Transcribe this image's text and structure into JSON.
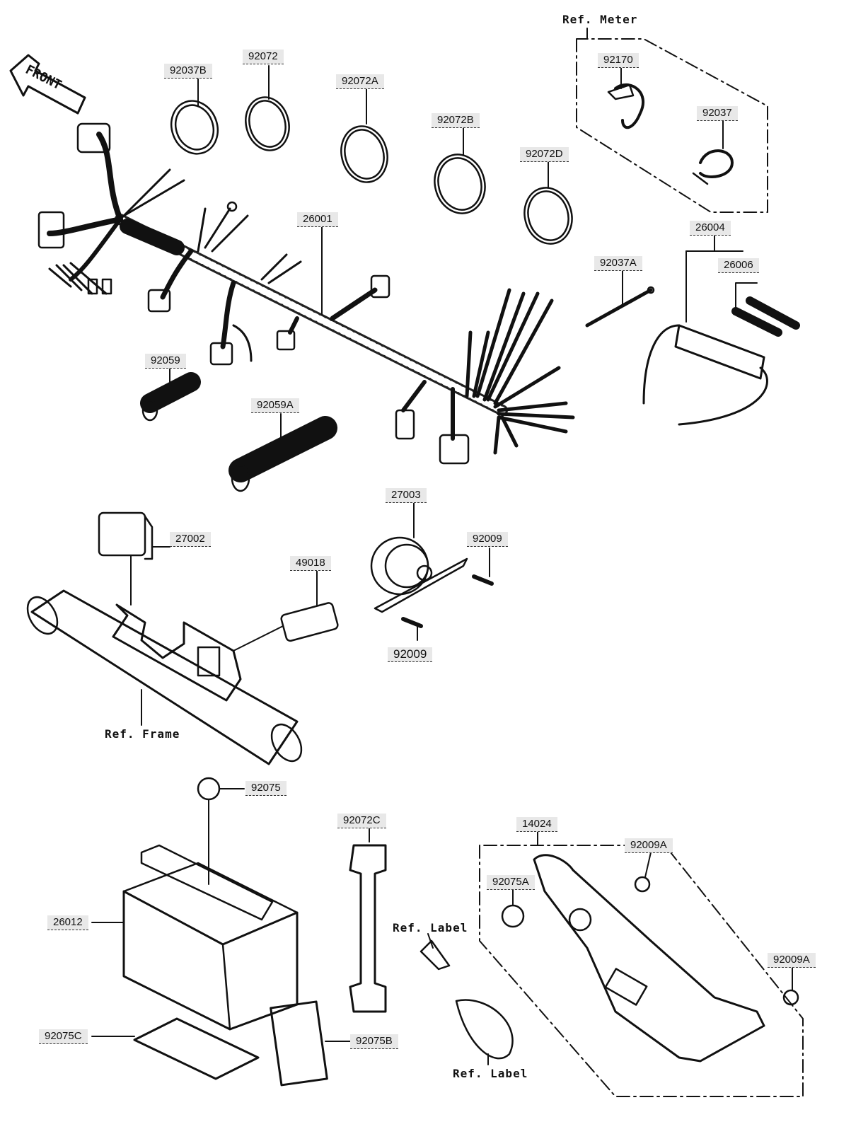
{
  "parts": {
    "p92037B": "92037B",
    "p92072": "92072",
    "p92072A": "92072A",
    "p92072B": "92072B",
    "p92072D": "92072D",
    "p92170": "92170",
    "p92037": "92037",
    "p26001": "26001",
    "p26004": "26004",
    "p26006": "26006",
    "p92037A": "92037A",
    "p92059": "92059",
    "p92059A": "92059A",
    "p27003": "27003",
    "p92009_a": "92009",
    "p92009_b": "92009",
    "p27002": "27002",
    "p49018": "49018",
    "p92075": "92075",
    "p92072C": "92072C",
    "p14024": "14024",
    "p92009A_a": "92009A",
    "p92075A": "92075A",
    "p26012": "26012",
    "p92009A_b": "92009A",
    "p92075C": "92075C",
    "p92075B": "92075B"
  },
  "refs": {
    "meter": "Ref. Meter",
    "frame": "Ref. Frame",
    "label_top": "Ref. Label",
    "label_bottom": "Ref. Label",
    "front": "FRONT"
  }
}
